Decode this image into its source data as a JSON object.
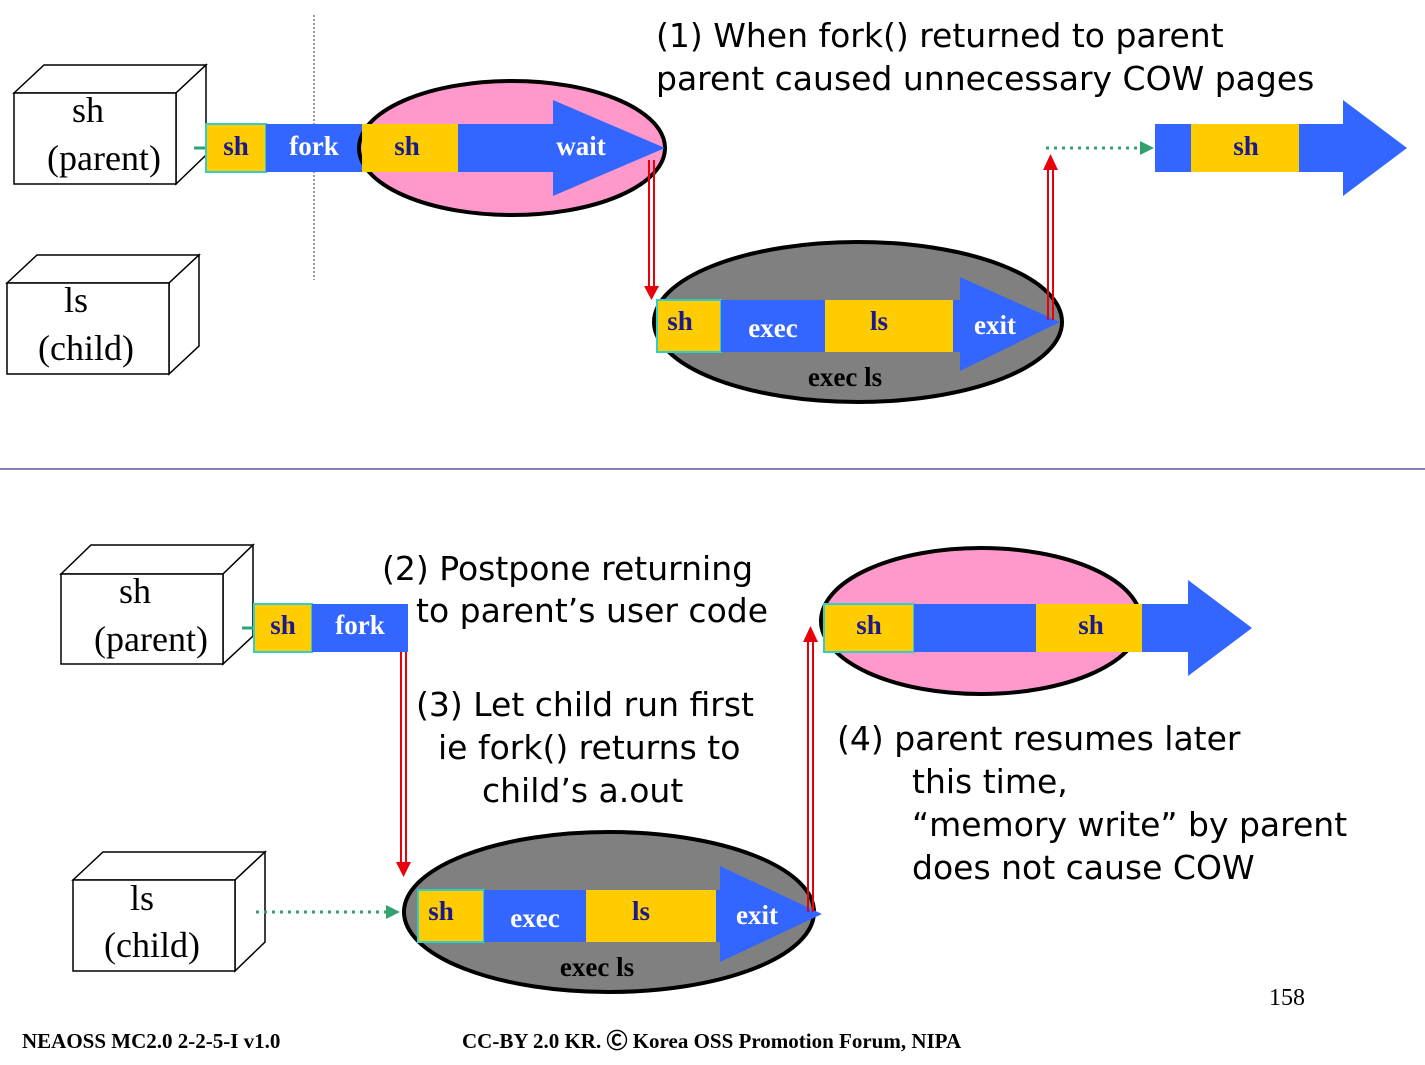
{
  "top": {
    "parent_box": {
      "line1": "sh",
      "line2": "(parent)"
    },
    "child_box": {
      "line1": "ls",
      "line2": "(child)"
    },
    "parent_bar": {
      "sh1": "sh",
      "fork": "fork",
      "sh2": "sh",
      "wait": "wait"
    },
    "child_bar": {
      "sh": "sh",
      "exec": "exec",
      "ls": "ls",
      "exit": "exit",
      "caption": "exec  ls"
    },
    "resume_bar": {
      "sh": "sh"
    },
    "note_line1": "(1)  When fork() returned to parent",
    "note_line2": "parent caused unnecessary COW pages"
  },
  "bottom": {
    "parent_box": {
      "line1": "sh",
      "line2": "(parent)"
    },
    "child_box": {
      "line1": "ls",
      "line2": "(child)"
    },
    "parent_bar": {
      "sh": "sh",
      "fork": "fork"
    },
    "child_bar": {
      "sh": "sh",
      "exec": "exec",
      "ls": "ls",
      "exit": "exit",
      "caption": "exec  ls"
    },
    "resume_bar": {
      "sh1": "sh",
      "sh2": "sh"
    },
    "note2_line1": "(2) Postpone returning",
    "note2_line2": "to parent’s user code",
    "note3_line1": "(3) Let child run first",
    "note3_line2": "ie  fork() returns to",
    "note3_line3": "child’s  a.out",
    "note4_line1": "(4)  parent resumes later",
    "note4_line2": "this time,",
    "note4_line3": "“memory write” by parent",
    "note4_line4": "does not cause COW"
  },
  "page_number": "158",
  "footer_left": "NEAOSS MC2.0 2-2-5-I v1.0",
  "footer_center": "CC-BY 2.0 KR. Ⓒ Korea OSS Promotion Forum, NIPA",
  "colors": {
    "blue": "#3366ff",
    "yellow": "#ffcc00",
    "pink": "#ff99cc",
    "gray": "#808080",
    "red": "#e8000b",
    "green": "#33a070",
    "label_text": "#1a1a8c",
    "cyan_border": "#33cccc"
  }
}
